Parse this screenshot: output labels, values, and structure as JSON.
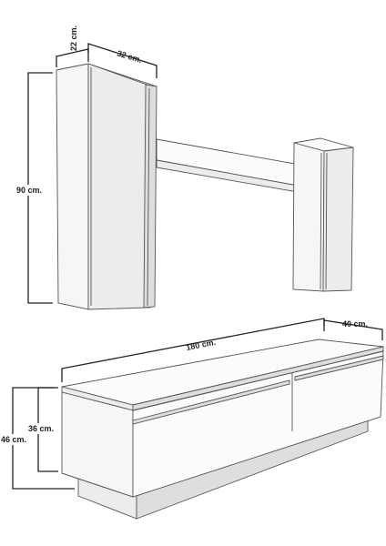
{
  "dimensions": {
    "wall_depth": "22 cm.",
    "wall_width": "32 cm.",
    "wall_height": "90 cm.",
    "tv_width": "180 cm.",
    "tv_depth": "40 cm.",
    "tv_body_height": "36 cm.",
    "tv_total_height": "46 cm."
  }
}
